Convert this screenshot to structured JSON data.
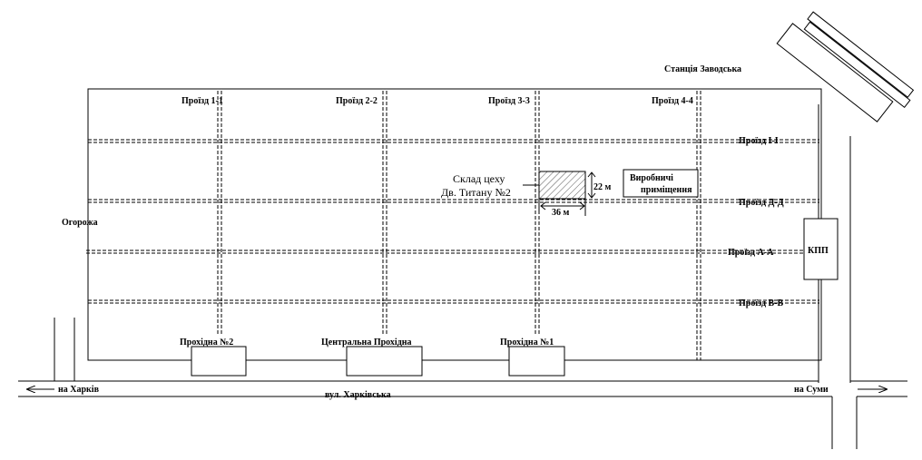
{
  "station": "Станція Заводська",
  "fence": "Огорожа",
  "checkpoint": "КПП",
  "passages_vertical": [
    "Проїзд 1-1",
    "Проїзд 2-2",
    "Проїзд 3-3",
    "Проїзд 4-4"
  ],
  "passages_horizontal": [
    "Проїзд I-I",
    "Проїзд Д-Д",
    "Проїзд А-А",
    "Проїзд В-В"
  ],
  "gates": [
    "Прохідна №2",
    "Центральна Прохідна",
    "Прохідна №1"
  ],
  "warehouse": {
    "label_line1": "Склад цеху",
    "label_line2": "Дв. Титану №2",
    "width_label": "36 м",
    "height_label": "22 м"
  },
  "production": {
    "line1": "Виробничі",
    "line2": "приміщення"
  },
  "street": "вул. Харківська",
  "to_kharkiv": "на Харків",
  "to_sumy": "на Суми",
  "colors": {
    "line": "#000000",
    "background": "#ffffff",
    "hatch": "#555555"
  }
}
